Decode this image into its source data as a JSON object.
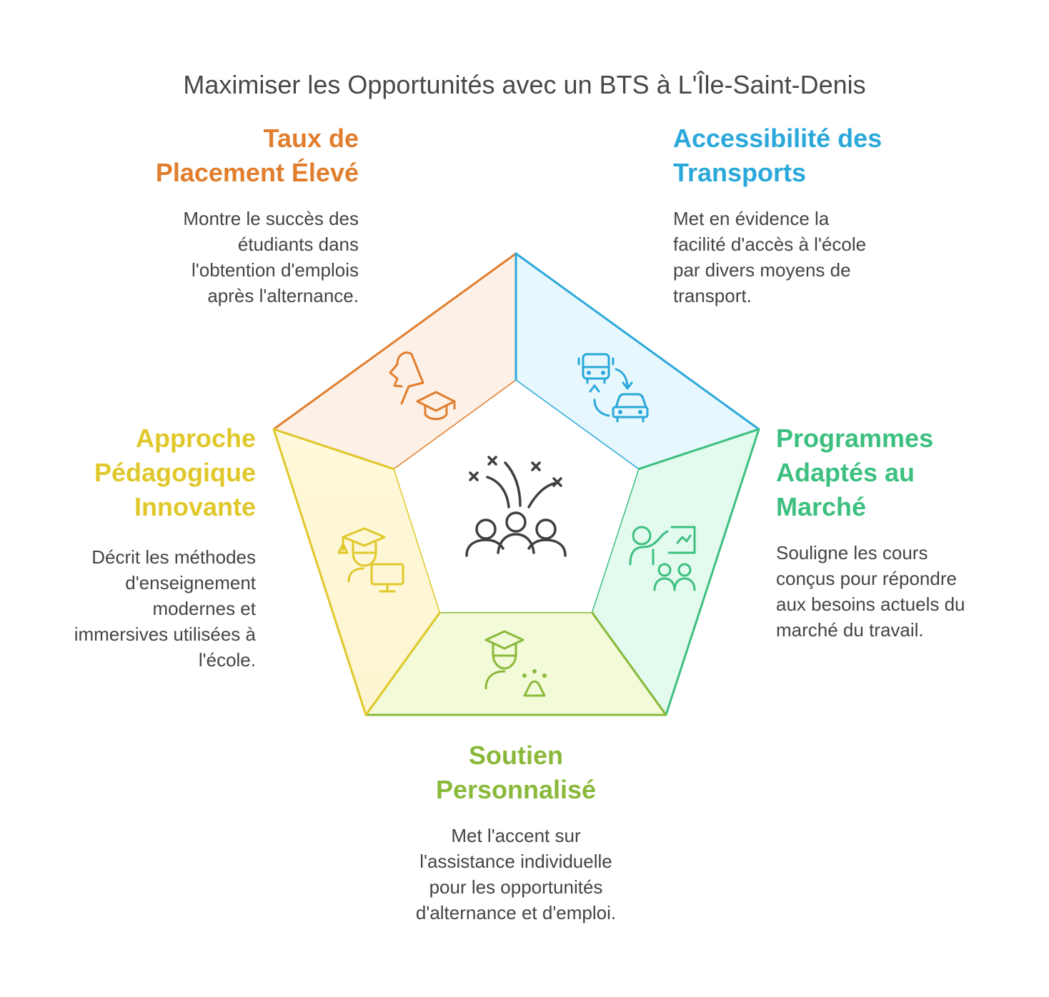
{
  "title": "Maximiser les Opportunités avec un BTS à L'Île-Saint-Denis",
  "colors": {
    "orange": "#E07E2E",
    "blue": "#2AA8DA",
    "green": "#3DC07F",
    "lime": "#8AB93A",
    "yellow": "#E0C82A",
    "dark": "#3F3F3F"
  },
  "segments": [
    {
      "heading": [
        "Taux de",
        "Placement Élevé"
      ],
      "description": [
        "Montre le succès des",
        "étudiants dans",
        "l'obtention d'emplois",
        "après l'alternance."
      ],
      "icon": "teacher-graduate-icon"
    },
    {
      "heading": [
        "Accessibilité des",
        "Transports"
      ],
      "description": [
        "Met en évidence la",
        "facilité d'accès à l'école",
        "par divers moyens de",
        "transport."
      ],
      "icon": "bus-car-exchange-icon"
    },
    {
      "heading": [
        "Programmes",
        "Adaptés au",
        "Marché"
      ],
      "description": [
        "Souligne les cours",
        "conçus pour répondre",
        "aux besoins actuels du",
        "marché du travail."
      ],
      "icon": "presenter-audience-icon"
    },
    {
      "heading": [
        "Soutien",
        "Personnalisé"
      ],
      "description": [
        "Met l'accent sur",
        "l'assistance individuelle",
        "pour les opportunités",
        "d'alternance et d'emploi."
      ],
      "icon": "graduate-support-icon"
    },
    {
      "heading": [
        "Approche",
        "Pédagogique",
        "Innovante"
      ],
      "description": [
        "Décrit les méthodes",
        "d'enseignement",
        "modernes et",
        "immersives utilisées à",
        "l'école."
      ],
      "icon": "graduate-computer-icon"
    }
  ],
  "center_icon": "celebrating-group-icon"
}
